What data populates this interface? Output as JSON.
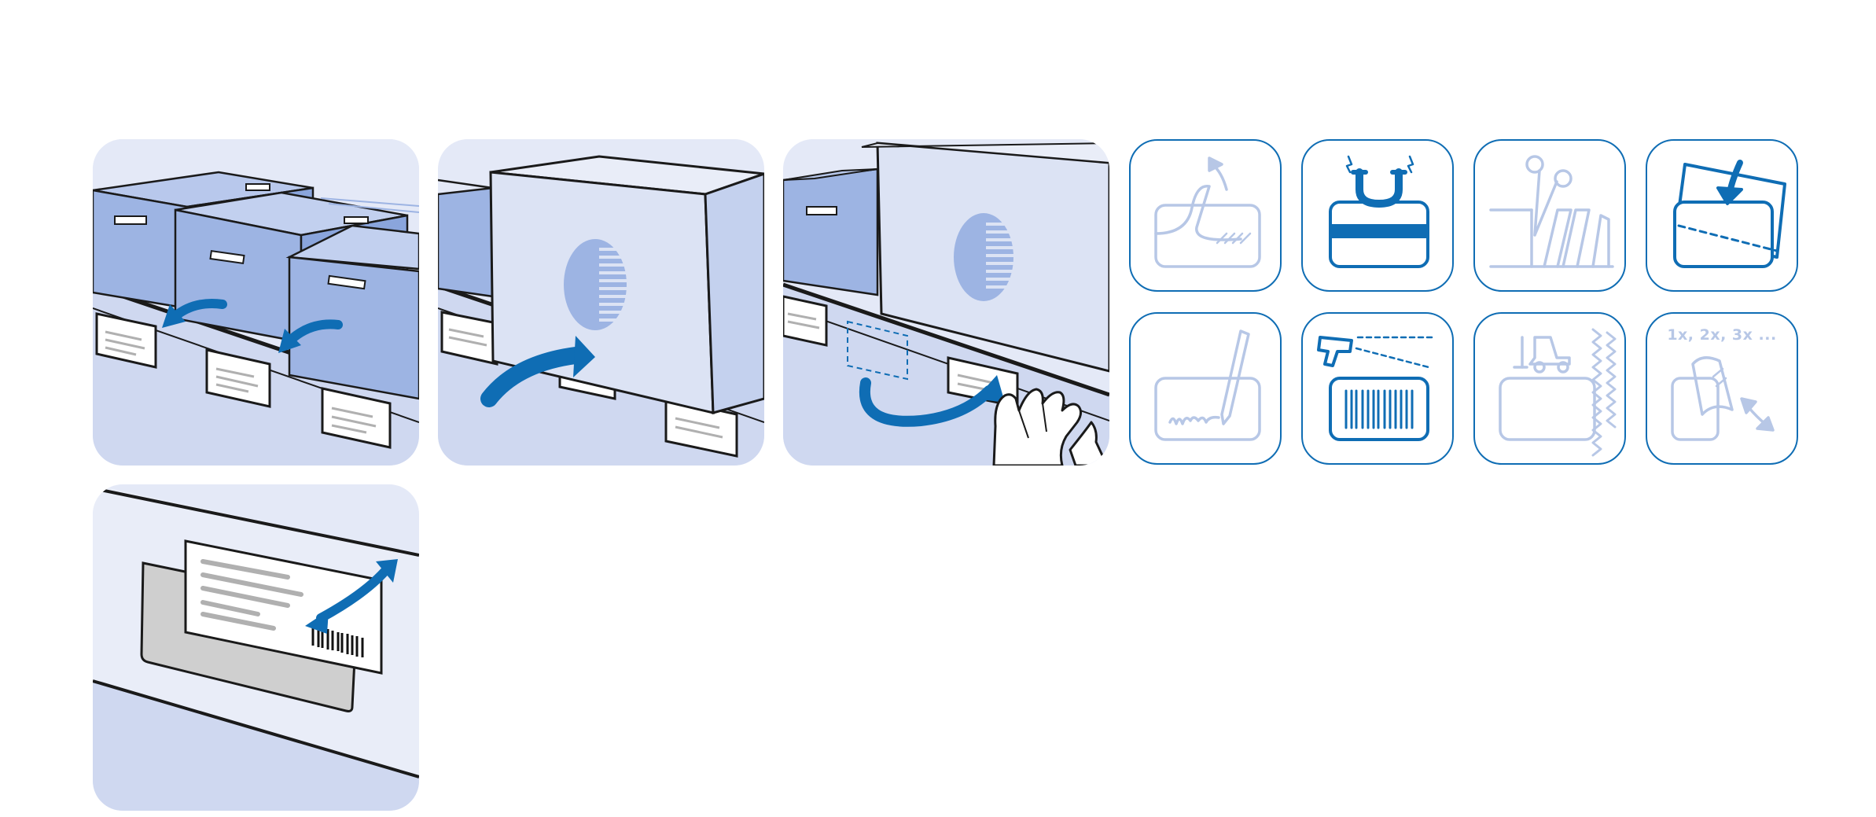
{
  "instruction_sheet": {
    "illustrations": [
      {
        "id": "label-pockets-on-crates",
        "accent_color": "#0f6db4"
      },
      {
        "id": "label-pocket-behind-carton",
        "accent_color": "#0f6db4"
      },
      {
        "id": "label-pocket-applied-to-carton",
        "accent_color": "#0f6db4"
      },
      {
        "id": "insert-label-into-pocket",
        "accent_color": "#0f6db4"
      }
    ],
    "icons": [
      {
        "icon": "peel-off-liner-icon",
        "state": "inactive"
      },
      {
        "icon": "magnetic-icon",
        "state": "active"
      },
      {
        "icon": "cut-to-size-icon",
        "state": "inactive"
      },
      {
        "icon": "insert-card-icon",
        "state": "active"
      },
      {
        "icon": "writable-surface-icon",
        "state": "inactive"
      },
      {
        "icon": "barcode-scannable-icon",
        "state": "active"
      },
      {
        "icon": "forklift-resistant-icon",
        "state": "inactive"
      },
      {
        "icon": "reusable-icon",
        "state": "inactive",
        "caption": "1x, 2x, 3x ..."
      }
    ],
    "colors": {
      "accent_blue": "#0f6db4",
      "inactive_blue": "#b7c7e6",
      "panel_background": "#e4e9f7",
      "crate_blue": "#9db4e3"
    }
  }
}
